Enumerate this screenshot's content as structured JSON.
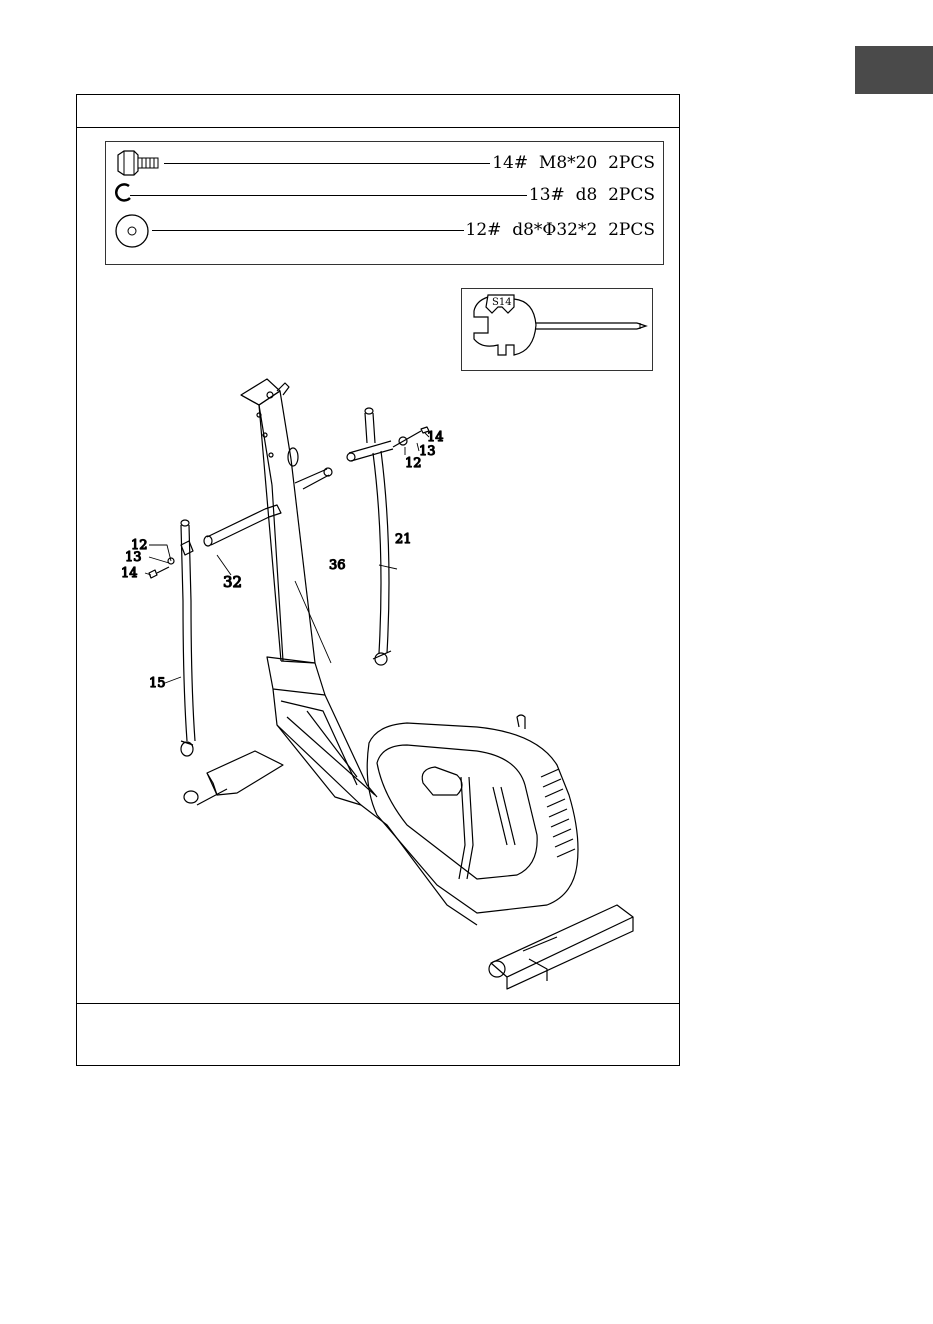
{
  "parts": [
    {
      "label": "14#  M8*20  2PCS",
      "icon": "bolt-icon"
    },
    {
      "label": "13#  d8  2PCS",
      "icon": "spring-washer-icon"
    },
    {
      "label": "12#  d8*Φ32*2  2PCS",
      "icon": "flat-washer-icon"
    }
  ],
  "tool": {
    "label": "S14",
    "icon": "wrench-icon"
  },
  "callouts": {
    "c12_left": "12",
    "c13_left": "13",
    "c14_left": "14",
    "c15": "15",
    "c32": "32",
    "c36": "36",
    "c21": "21",
    "c14_right": "14",
    "c13_right": "13",
    "c12_right": "12"
  }
}
